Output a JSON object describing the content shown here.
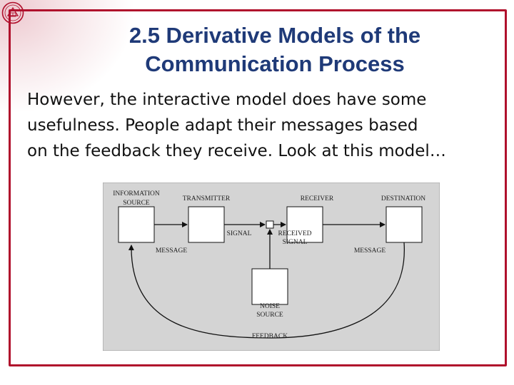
{
  "slide": {
    "title_line1": "2.5 Derivative Models of the",
    "title_line2": "Communication Process",
    "body_line1": "However, the interactive model does have some",
    "body_line2": "usefulness. People adapt their messages based",
    "body_line3": "on the feedback they receive. Look at this model…"
  },
  "diagram": {
    "information_source_line1": "INFORMATION",
    "information_source_line2": "SOURCE",
    "transmitter": "TRANSMITTER",
    "receiver": "RECEIVER",
    "destination": "DESTINATION",
    "signal": "SIGNAL",
    "received_signal_line1": "RECEIVED",
    "received_signal_line2": "SIGNAL",
    "message_left": "MESSAGE",
    "message_right": "MESSAGE",
    "noise_source_line1": "NOISE",
    "noise_source_line2": "SOURCE",
    "feedback": "FEEDBACK"
  },
  "colors": {
    "frame": "#b0102c",
    "title": "#1f3a78",
    "diagram_bg": "#d4d4d4"
  }
}
